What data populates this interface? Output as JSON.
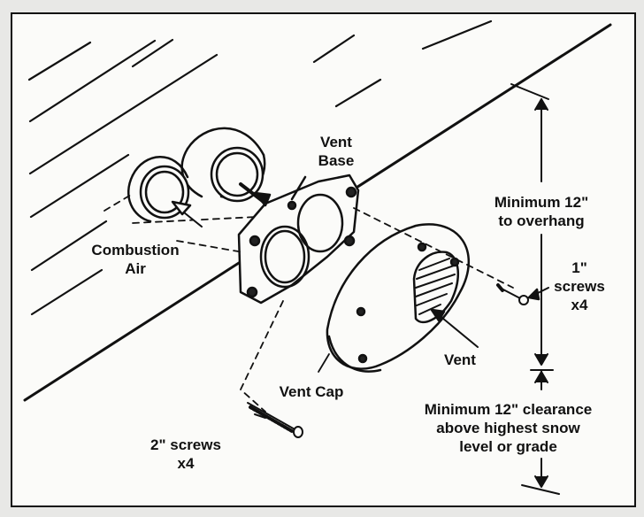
{
  "labels": {
    "vent_base": [
      "Vent",
      "Base"
    ],
    "combustion_air": [
      "Combustion",
      "Air"
    ],
    "min_overhang": [
      "Minimum 12\"",
      "to overhang"
    ],
    "screws_1in": [
      "1\"",
      "screws",
      "x4"
    ],
    "vent": "Vent",
    "vent_cap": "Vent Cap",
    "min_clearance": [
      "Minimum 12\" clearance",
      "above highest snow",
      "level or grade"
    ],
    "screws_2in": [
      "2\" screws",
      "x4"
    ]
  },
  "colors": {
    "ink": "#111111",
    "paper": "#fbfbf9",
    "background": "#e8e8e6"
  }
}
